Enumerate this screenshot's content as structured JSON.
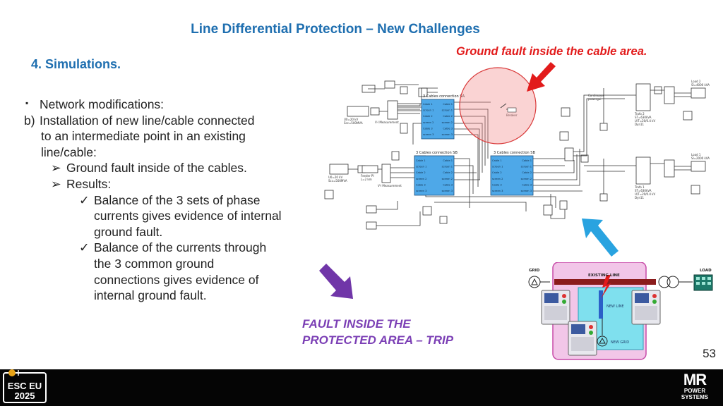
{
  "slide": {
    "title": "Line Differential Protection – New Challenges",
    "subtitle": "4.  Simulations.",
    "page_number": "53"
  },
  "bullets": {
    "l0_marker": "▪",
    "l0_text": "Network modifications:",
    "l1_marker": "b)",
    "l1_text_1": "Installation of new line/cable connected",
    "l1_text_2": "to an intermediate point in an existing",
    "l1_text_3": "line/cable:",
    "l2_marker": "➢",
    "l2a_text": "Ground fault inside of the cables.",
    "l2b_text": "Results:",
    "l3_marker": "✓",
    "l3a_text_1": "Balance of the 3 sets of phase",
    "l3a_text_2": "currents gives evidence of internal",
    "l3a_text_3": "ground fault.",
    "l3b_text_1": "Balance of the currents through",
    "l3b_text_2": "the 3 common ground",
    "l3b_text_3": "connections gives evidence of",
    "l3b_text_4": "internal ground fault."
  },
  "callouts": {
    "ground_fault": "Ground fault inside the cable area.",
    "trip_line_1": "FAULT INSIDE THE",
    "trip_line_2": "PROTECTED AREA – TRIP"
  },
  "diagram": {
    "block_sa": {
      "title": "3 Cables connection SA",
      "rows_left": [
        "Cable 1",
        "screen 1",
        "Cable 2",
        "screen 2",
        "Cable 3",
        "screen 3"
      ],
      "rows_right": [
        "Cable 1",
        "screen 1",
        "Cable 2",
        "screen 2",
        "Cable 3",
        "screen 3"
      ]
    },
    "block_sb": {
      "title": "3 Cables connection SB",
      "rows_left": [
        "Cable 1",
        "screen 1",
        "Cable 2",
        "screen 2",
        "Cable 3",
        "screen 3"
      ],
      "rows_right": [
        "Cable 1",
        "screen 1",
        "Cable 2",
        "screen 2",
        "Cable 3",
        "screen 3"
      ]
    },
    "block_sbb": {
      "title": "3 Cables connection SB",
      "rows_left": [
        "Cable 1",
        "screen 1",
        "Cable 2",
        "screen 2",
        "Cable 3",
        "screen 3"
      ],
      "rows_right": [
        "Cable 1",
        "screen 1",
        "Cable 2",
        "screen 2",
        "Cable 3",
        "screen 3"
      ]
    },
    "source_1": [
      "U0=20 kV",
      "Scc=500MVA"
    ],
    "source_2": [
      "U0=20 kV",
      "Scc=500MVA"
    ],
    "feeder": [
      "Feeder PI",
      "L=2 km"
    ],
    "meas_label": "V-I Measurement",
    "breaker_label": "Breaker",
    "powergui": [
      "Continuous",
      "powergui"
    ],
    "trafo_1": [
      "Trafo 2",
      "ST=630kVA",
      "U/T=20/0.4 kV",
      "Dyn11"
    ],
    "trafo_2": [
      "Trafo 1",
      "ST=630kVA",
      "U/T=20/0.4 kV",
      "Dyn11"
    ],
    "load_1": [
      "Load 2",
      "Sl=4000 kVA"
    ],
    "load_2": [
      "Load 1",
      "Sl=2000 kVA"
    ]
  },
  "inset": {
    "grid_label": "GRID",
    "load_label": "LOAD",
    "existing_line": "EXISTING LINE",
    "new_line": "NEW LINE",
    "new_grid": "NEW GRID"
  },
  "logos": {
    "esc_line_1": "ESC EU",
    "esc_line_2": "2025",
    "mr_line_1": "MR",
    "mr_line_2": "POWER",
    "mr_line_3": "SYSTEMS"
  },
  "colors": {
    "title_blue": "#1f6fb0",
    "fault_red": "#e21b1b",
    "trip_purple": "#7b3fb5",
    "arrow_purple": "#7036a8",
    "arrow_cyan": "#29a3e0",
    "block_blue": "#4ea8e8",
    "inset_pink": "#f2c6e8",
    "inset_cyan": "#7fe0ee"
  }
}
